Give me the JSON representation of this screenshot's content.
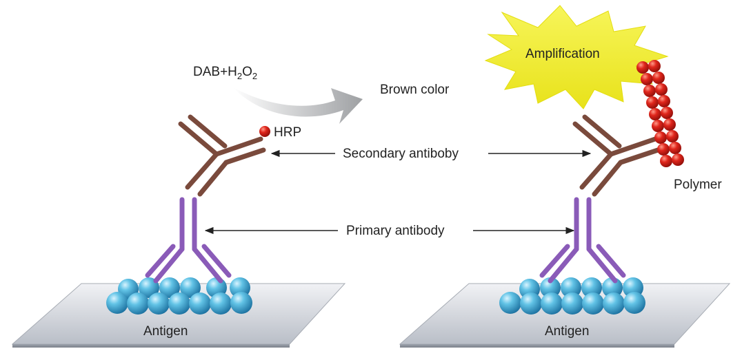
{
  "labels": {
    "dab": "DAB+H",
    "dab_sub1": "2",
    "dab_mid": "O",
    "dab_sub2": "2",
    "brown_color": "Brown color",
    "hrp": "HRP",
    "secondary": "Secondary antiboby",
    "primary": "Primary antibody",
    "antigen_left": "Antigen",
    "antigen_right": "Antigen",
    "amplification": "Amplification",
    "polymer": "Polymer"
  },
  "colors": {
    "secondary_antibody": "#7a4a3c",
    "primary_antibody": "#8a5bb8",
    "antigen_bead": "#3aa3c9",
    "hrp_bead": "#d8241c",
    "burst": "#f2ef2a",
    "plate": "#c9cdd4",
    "arrow": "#222222"
  },
  "icons": {
    "left_scheme": "antibody-on-antigen-with-hrp",
    "right_scheme": "antibody-on-antigen-with-polymer",
    "reaction_arrow": "curved-gray-arrow",
    "amplification_burst": "starburst-icon"
  }
}
